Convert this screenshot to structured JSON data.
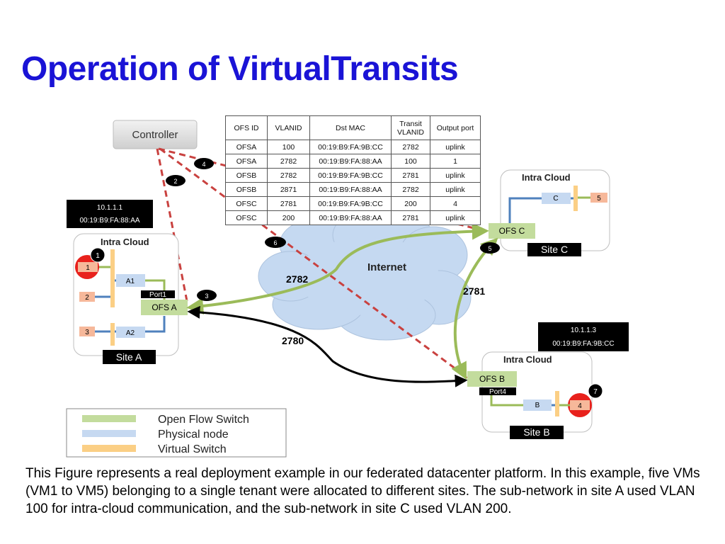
{
  "title": "Operation of VirtualTransits",
  "controller": "Controller",
  "table": {
    "headers": [
      "OFS ID",
      "VLANID",
      "Dst MAC",
      "Transit VLANID",
      "Output port"
    ],
    "rows": [
      [
        "OFSA",
        "100",
        "00:19:B9:FA:9B:CC",
        "2782",
        "uplink"
      ],
      [
        "OFSA",
        "2782",
        "00:19:B9:FA:88:AA",
        "100",
        "1"
      ],
      [
        "OFSB",
        "2782",
        "00:19:B9:FA:9B:CC",
        "2781",
        "uplink"
      ],
      [
        "OFSB",
        "2871",
        "00:19:B9:FA:88:AA",
        "2782",
        "uplink"
      ],
      [
        "OFSC",
        "2781",
        "00:19:B9:FA:9B:CC",
        "200",
        "4"
      ],
      [
        "OFSC",
        "200",
        "00:19:B9:FA:88:AA",
        "2781",
        "uplink"
      ]
    ]
  },
  "internet": "Internet",
  "vlans": {
    "a_c": "2782",
    "c_b": "2781",
    "a_b": "2780"
  },
  "steps": [
    "1",
    "2",
    "3",
    "4",
    "5",
    "6",
    "7"
  ],
  "site_a": {
    "cloud": "Intra Cloud",
    "label": "Site A",
    "info_ip": "10.1.1.1",
    "info_mac": "00:19:B9:FA:88:AA",
    "vm1": "1",
    "vm2": "2",
    "vm3": "3",
    "node1": "A1",
    "node2": "A2",
    "port": "Port1",
    "ofs": "OFS A"
  },
  "site_b": {
    "cloud": "Intra Cloud",
    "label": "Site B",
    "info_ip": "10.1.1.3",
    "info_mac": "00:19:B9:FA:9B:CC",
    "vm": "4",
    "node": "B",
    "port": "Port4",
    "ofs": "OFS B"
  },
  "site_c": {
    "cloud": "Intra Cloud",
    "label": "Site C",
    "vm": "5",
    "node": "C",
    "ofs": "OFS C"
  },
  "legend": [
    "Open Flow Switch",
    "Physical node",
    "Virtual Switch"
  ],
  "colors": {
    "title": "#1a13d6",
    "ofs": "#c3dc9d",
    "node": "#c6d9f1",
    "vswitch": "#fbcf85",
    "vm": "#f6b89a",
    "highlight": "#e8211c",
    "control": "#c9413f",
    "path": "#9bbb59",
    "cloud": "#c5d9f1"
  },
  "caption": "This Figure represents a real deployment example in our federated datacenter platform. In this example, five VMs (VM1 to VM5) belonging to a single tenant were allocated to different sites. The sub-network in site A used VLAN 100 for intra-cloud communication, and the sub-network in site C used VLAN 200."
}
